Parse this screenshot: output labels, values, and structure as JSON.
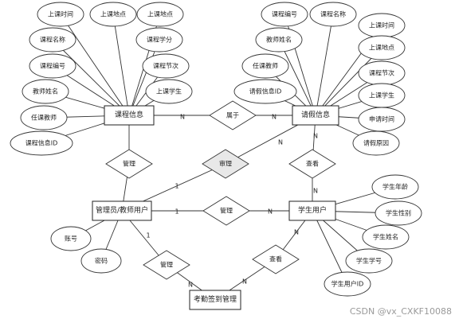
{
  "entities": {
    "course": "课程信息",
    "leave": "请假信息",
    "admin": "管理员/教师用户",
    "student": "学生用户",
    "attendance": "考勤签到管理"
  },
  "relationships": {
    "belong": "属于",
    "manage_course": "管理",
    "approve": "审理",
    "view_leave": "查看",
    "manage_student": "管理",
    "manage_attendance": "管理",
    "view_attendance": "查看"
  },
  "course_attributes": [
    "上课时间",
    "上课地点",
    "上课地点",
    "课程名称",
    "课程学分",
    "课程编号",
    "课程节次",
    "教师姓名",
    "上课学生",
    "任课教师",
    "课程信息ID"
  ],
  "leave_attributes": [
    "课程编号",
    "课程名称",
    "上课时间",
    "教师姓名",
    "上课地点",
    "任课教师",
    "课程节次",
    "请假信息ID",
    "上课学生",
    "申请时间",
    "请假原因"
  ],
  "admin_attributes": [
    "账号",
    "密码"
  ],
  "student_attributes": [
    "学生年龄",
    "学生性别",
    "学生姓名",
    "学生学号",
    "学生用户ID"
  ],
  "cardinalities": {
    "course_belong": "N",
    "belong_leave": "N",
    "leave_view": "N",
    "view_student": "N",
    "approve_leave": "N",
    "admin_approve": "1",
    "admin_manage": "1",
    "manage_student": "N",
    "admin_attendance": "1",
    "attendance_left": "N",
    "attendance_right": "N",
    "student_view": "N"
  },
  "watermark": "CSDN @vx_CXKF10088"
}
